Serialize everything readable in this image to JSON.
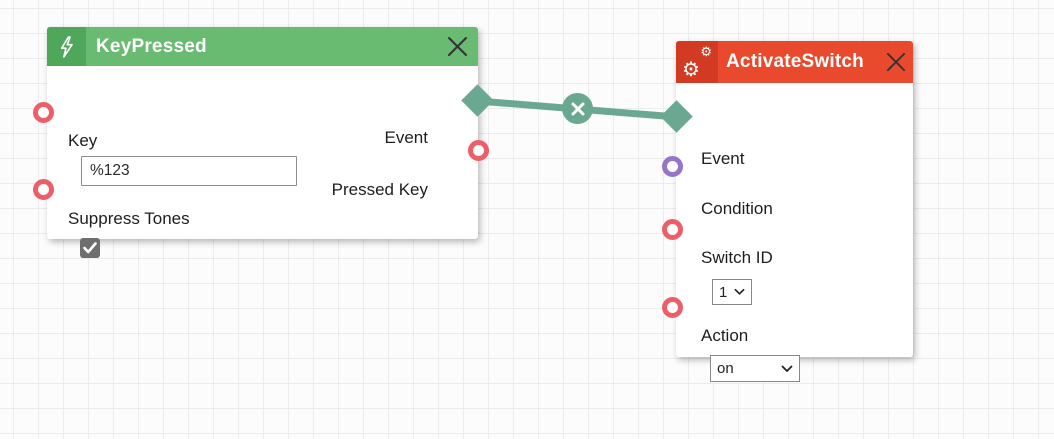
{
  "colors": {
    "keypressed_header": "#68bb70",
    "keypressed_icon_bg": "#4ea75a",
    "activateswitch_header": "#e94a2d",
    "activateswitch_icon_bg": "#d23b22",
    "wire": "#6aa891",
    "port_red": "#ed5f68",
    "port_purple": "#9475c7",
    "grid_line": "#ececee"
  },
  "keypressed": {
    "title": "KeyPressed",
    "key_label": "Key",
    "key_value": "%123",
    "suppress_tones_label": "Suppress Tones",
    "suppress_tones_checked": true,
    "event_label": "Event",
    "pressed_key_label": "Pressed Key"
  },
  "activateswitch": {
    "title": "ActivateSwitch",
    "event_label": "Event",
    "condition_label": "Condition",
    "switch_id_label": "Switch ID",
    "switch_id_value": "1",
    "action_label": "Action",
    "action_value": "on"
  }
}
